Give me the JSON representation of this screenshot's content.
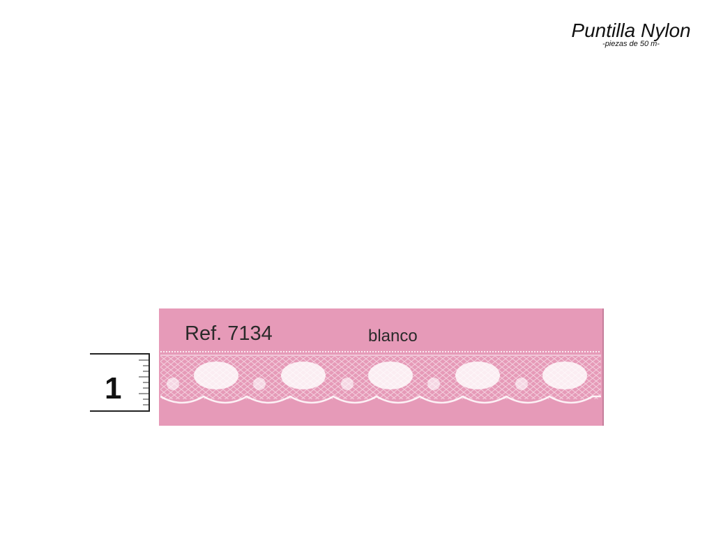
{
  "header": {
    "title": "Puntilla Nylon",
    "subtitle": "-piezas de 50 m-"
  },
  "product": {
    "ref": "Ref. 7134",
    "color_name": "blanco",
    "swatch_color": "#e69ab8",
    "lace_color": "#ffffff"
  },
  "ruler": {
    "number": "1"
  }
}
